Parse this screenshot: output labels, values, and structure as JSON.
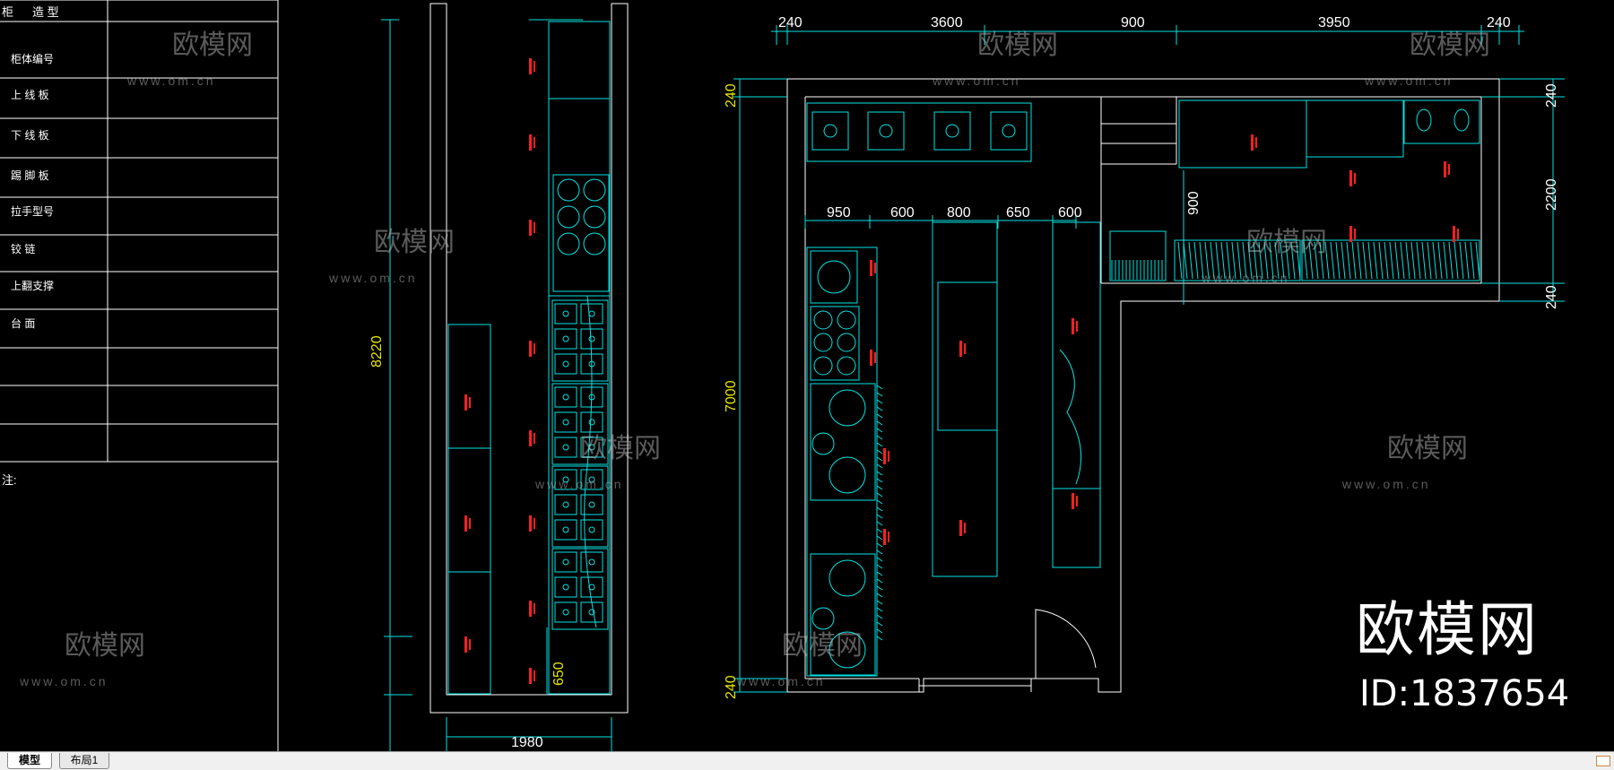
{
  "table": {
    "rows": [
      "柜体编号",
      "上 线 板",
      "下 线 板",
      "踢 脚 板",
      "拉手型号",
      "铰   链",
      "上翻支撑",
      "台   面"
    ],
    "header_left": "柜",
    "header_right": "造   型",
    "note": "注:"
  },
  "dimensions": {
    "top": [
      "240",
      "3600",
      "900",
      "3950",
      "240"
    ],
    "left_plan": [
      "240",
      "7000",
      "240"
    ],
    "right_plan": [
      "240",
      "2200",
      "240"
    ],
    "mid_row": [
      "950",
      "600",
      "800",
      "650",
      "600"
    ],
    "mid_900": "900",
    "elev_height": "8220",
    "elev_650": "650",
    "elev_width": "1980"
  },
  "watermark": {
    "brand": "欧模网",
    "url": "www.om.cn",
    "id_text": "ID:1837654"
  },
  "tabs": {
    "model": "模型",
    "layout": "布局1"
  },
  "colors": {
    "line": "#00e5e5",
    "label": "#ff2020",
    "border": "#ffffff"
  }
}
